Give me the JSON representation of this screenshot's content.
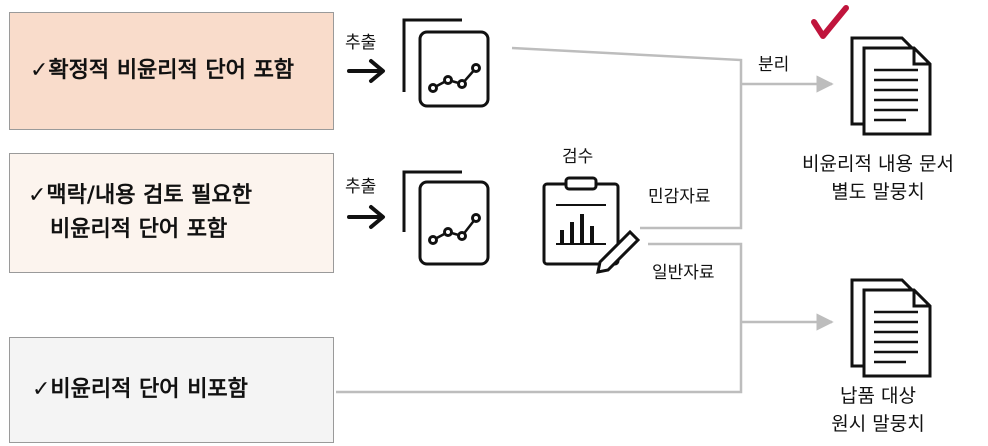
{
  "boxes": {
    "definite": {
      "text": "✓확정적 비윤리적 단어 포함"
    },
    "context": {
      "line1": "✓맥락/내용 검토 필요한",
      "line2": "비윤리적  단어 포함"
    },
    "none": {
      "text": "✓비윤리적 단어 비포함"
    }
  },
  "labels": {
    "extract_top": "추출",
    "extract_mid": "추출",
    "review": "검수",
    "separate": "분리",
    "sensitive": "민감자료",
    "general": "일반자료"
  },
  "outputs": {
    "unethical": {
      "line1": "비윤리적 내용 문서",
      "line2": "별도 말뭉치"
    },
    "delivery": {
      "line1": "납품 대상",
      "line2": "원시 말뭉치"
    }
  },
  "colors": {
    "definite_fill": "#f9dccb",
    "context_fill": "#fcf4ee",
    "none_fill": "#f4f4f4",
    "box_border": "#9a9a9a",
    "connector": "#bdbdbd",
    "check_mark": "#c0143c"
  }
}
